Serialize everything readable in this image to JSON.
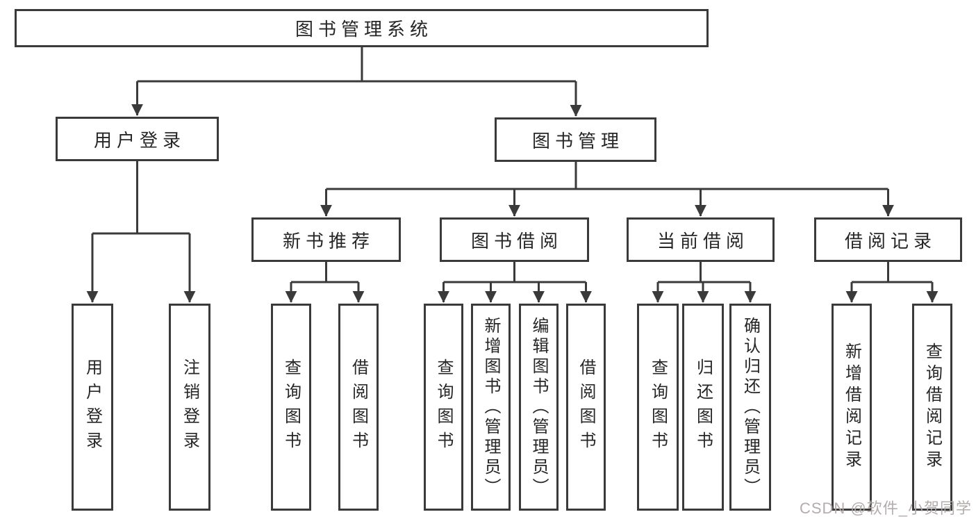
{
  "diagram_title": "图书管理系统",
  "colors": {
    "line": "#3a3a3a",
    "box_border": "#3a3a3a",
    "box_background": "#ffffff",
    "text": "#262626",
    "watermark": "#afa8a8"
  },
  "nodes": {
    "root": {
      "label": "图书管理系统"
    },
    "user_login": {
      "label": "用户登录"
    },
    "book_mgmt": {
      "label": "图书管理"
    },
    "new_book": {
      "label": "新书推荐"
    },
    "borrow": {
      "label": "图书借阅"
    },
    "current": {
      "label": "当前借阅"
    },
    "records": {
      "label": "借阅记录"
    }
  },
  "leaves": {
    "user_login": [
      "用户登录",
      "注销登录"
    ],
    "new_book": [
      "查询图书",
      "借阅图书"
    ],
    "borrow": [
      "查询图书",
      "新增图书（管理员）",
      "编辑图书（管理员）",
      "借阅图书"
    ],
    "current": [
      "查询图书",
      "归还图书",
      "确认归还（管理员）"
    ],
    "records": [
      "新增借阅记录",
      "查询借阅记录"
    ]
  },
  "watermark": {
    "text": "CSDN @软件_小贺同学"
  }
}
